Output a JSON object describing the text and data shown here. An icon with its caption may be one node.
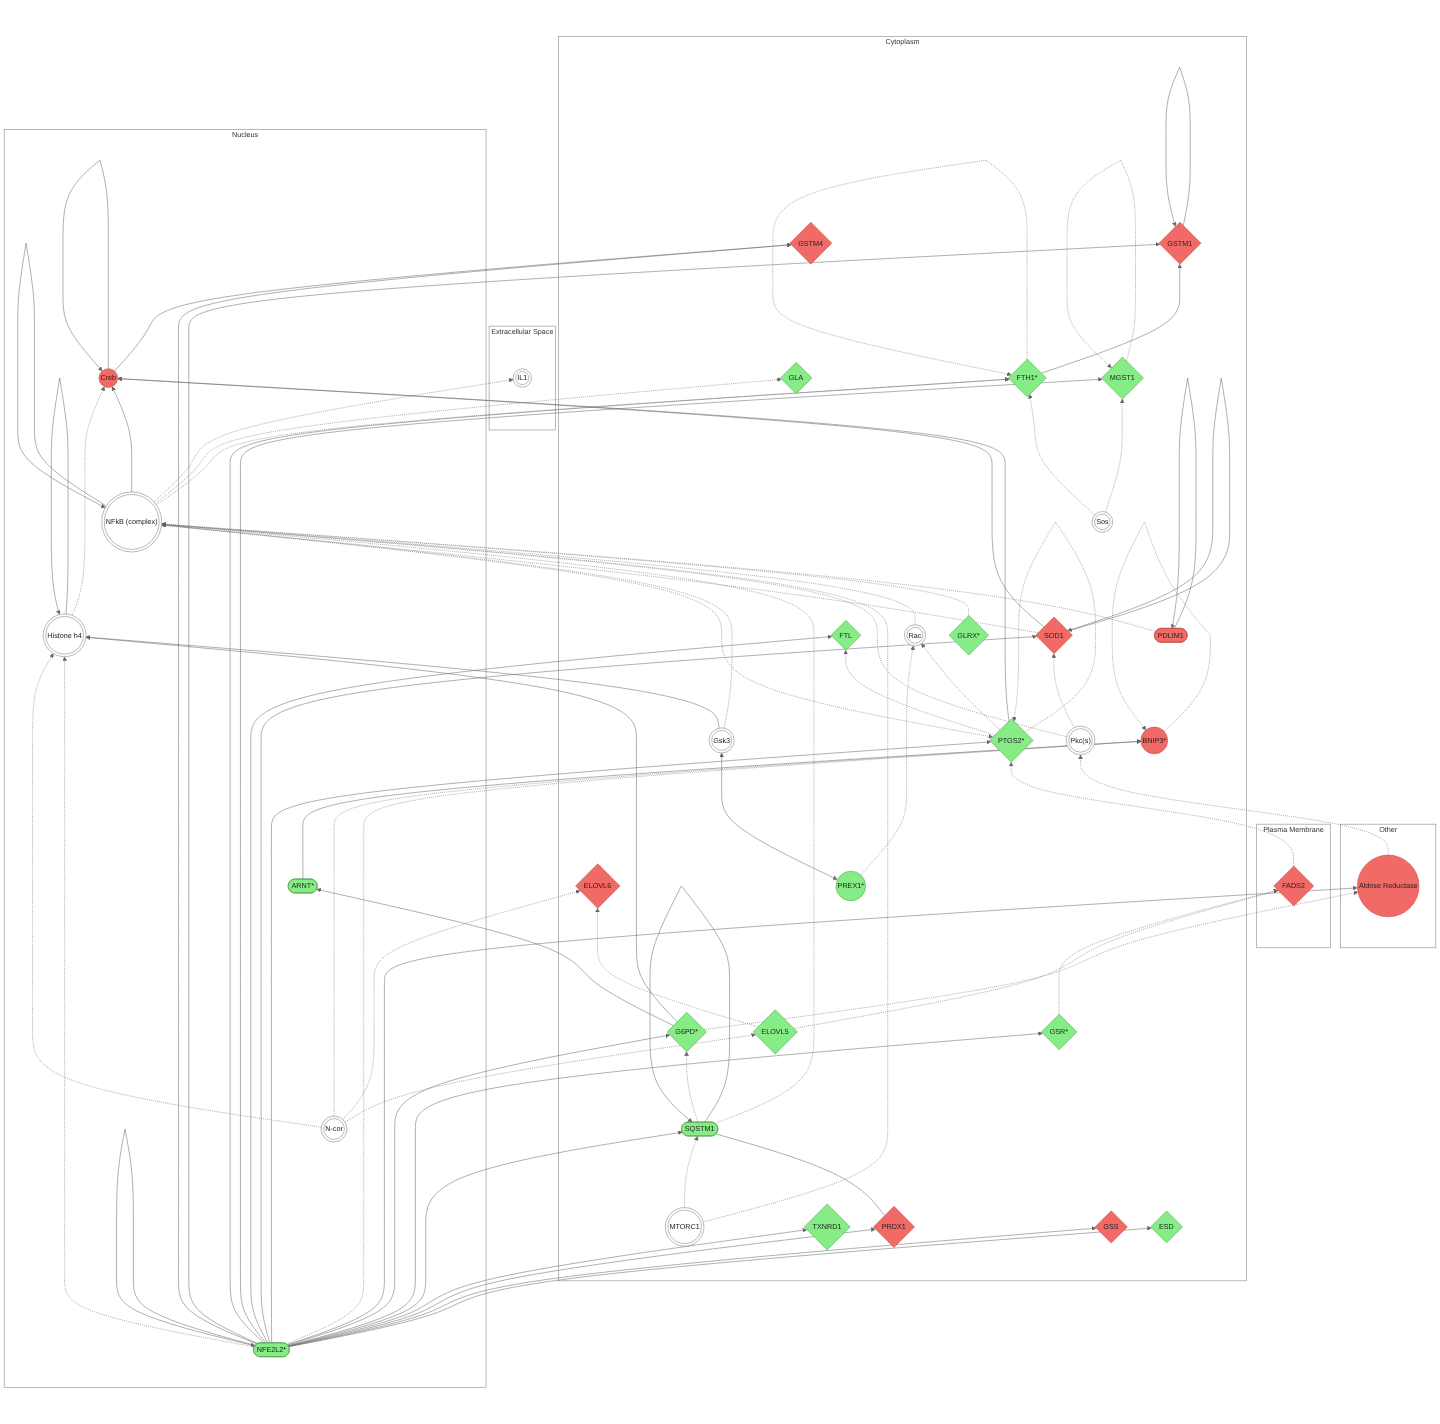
{
  "diagram": {
    "nodes": [
      {
        "text": [
          "Extracellular Space"
        ]
      },
      {
        "text": [
          "IL1"
        ],
        "in": 0
      },
      {
        "text": [
          "Plasma Membrane"
        ]
      },
      {
        "text": [
          "FADS2"
        ],
        "in": 2
      },
      {
        "text": [
          "Cytoplasm"
        ]
      },
      {
        "text": [
          "GLA"
        ],
        "in": 4
      },
      {
        "text": [
          "PDLIM1"
        ],
        "in": 4
      },
      {
        "text": [
          "ELOVL5"
        ],
        "in": 4
      },
      {
        "text": [
          "GLRX*"
        ],
        "in": 4
      },
      {
        "text": [
          "PRDX1"
        ],
        "in": 4
      },
      {
        "text": [
          "ELOVL6"
        ],
        "in": 4
      },
      {
        "text": [
          "GSR*"
        ],
        "in": 4
      },
      {
        "text": [
          "PTGS2*"
        ],
        "in": 4
      },
      {
        "text": [
          "Rac"
        ],
        "in": 4
      },
      {
        "text": [
          "FTH1*"
        ],
        "in": 4
      },
      {
        "text": [
          "TXNRD1"
        ],
        "in": 4
      },
      {
        "text": [
          "FTL"
        ],
        "in": 4
      },
      {
        "text": [
          "Sos"
        ],
        "in": 4
      },
      {
        "text": [
          "PREX1*"
        ],
        "in": 4
      },
      {
        "text": [
          "MTORC1"
        ],
        "in": 4
      },
      {
        "text": [
          "Pkc(s)"
        ],
        "in": 4
      },
      {
        "text": [
          "SQSTM1"
        ],
        "in": 4
      },
      {
        "text": [
          "SOD1"
        ],
        "in": 4
      },
      {
        "text": [
          "GSS"
        ],
        "in": 4
      },
      {
        "text": [
          "MGST1"
        ],
        "in": 4
      },
      {
        "text": [
          "Gsk3"
        ],
        "in": 4
      },
      {
        "text": [
          "G6PD*"
        ],
        "in": 4
      },
      {
        "text": [
          "GSTM1"
        ],
        "in": 4
      },
      {
        "text": [
          "ESD"
        ],
        "in": 4
      },
      {
        "text": [
          "GSTM4"
        ],
        "in": 4
      },
      {
        "text": [
          "BNIP3*"
        ],
        "in": 4
      },
      {
        "text": [
          "Nucleus"
        ]
      },
      {
        "text": [
          "NFE2L2*"
        ],
        "in": 31
      },
      {
        "text": [
          "N-cor"
        ],
        "in": 31
      },
      {
        "text": [
          "NFkB (complex)"
        ],
        "in": 31
      },
      {
        "text": [
          "Histone h4"
        ],
        "in": 31
      },
      {
        "text": [
          "Creb"
        ],
        "in": 31
      },
      {
        "text": [
          "ARNT*"
        ],
        "in": 31
      },
      {
        "text": [
          "Other"
        ]
      },
      {
        "text": [
          "Aldose Reductase"
        ],
        "in": 38
      }
    ],
    "edges": [
      {
        "from": 7,
        "to": 3,
        "arrow": "to",
        "style": "dashed"
      },
      {
        "from": 11,
        "to": 3,
        "arrow": "to",
        "style": "dashed"
      },
      {
        "from": 3,
        "to": 12,
        "arrow": "to",
        "style": "dashed"
      },
      {
        "from": 34,
        "to": 1,
        "arrow": "to",
        "style": "dashed"
      },
      {
        "from": 34,
        "to": 5,
        "arrow": "to",
        "style": "dashed"
      },
      {
        "from": 6,
        "to": 6,
        "arrow": "to"
      },
      {
        "from": 6,
        "to": 34,
        "arrow": "to",
        "style": "dashed"
      },
      {
        "from": 7,
        "to": 10,
        "arrow": "to",
        "style": "dashed"
      },
      {
        "from": 8,
        "to": 34,
        "arrow": "to",
        "style": "dashed"
      },
      {
        "from": 32,
        "to": 9,
        "arrow": "to"
      },
      {
        "from": 9,
        "to": 21,
        "arrow": "none"
      },
      {
        "from": 32,
        "to": 11,
        "arrow": "to"
      },
      {
        "from": 12,
        "to": 12,
        "arrow": "to",
        "style": "dashed"
      },
      {
        "from": 32,
        "to": 12,
        "arrow": "to"
      },
      {
        "from": 12,
        "to": 13,
        "arrow": "to",
        "style": "dashed"
      },
      {
        "from": 12,
        "to": 16,
        "arrow": "to",
        "style": "dashed"
      },
      {
        "from": 34,
        "to": 12,
        "arrow": "to",
        "style": "dashed"
      },
      {
        "from": 12,
        "to": 36,
        "arrow": "to"
      },
      {
        "from": 18,
        "to": 13,
        "arrow": "to",
        "style": "dashed"
      },
      {
        "from": 13,
        "to": 34,
        "arrow": "to",
        "style": "dashed"
      },
      {
        "from": 14,
        "to": 14,
        "arrow": "to",
        "style": "dashed"
      },
      {
        "from": 17,
        "to": 14,
        "arrow": "to",
        "style": "dashed"
      },
      {
        "from": 32,
        "to": 14,
        "arrow": "to"
      },
      {
        "from": 34,
        "to": 14,
        "arrow": "to",
        "style": "dashed"
      },
      {
        "from": 14,
        "to": 27,
        "arrow": "to"
      },
      {
        "from": 32,
        "to": 15,
        "arrow": "to"
      },
      {
        "from": 32,
        "to": 16,
        "arrow": "to"
      },
      {
        "from": 17,
        "to": 24,
        "arrow": "to",
        "style": "dashed"
      },
      {
        "from": 18,
        "to": 25,
        "arrow": "both"
      },
      {
        "from": 19,
        "to": 21,
        "arrow": "to",
        "style": "dashed"
      },
      {
        "from": 19,
        "to": 34,
        "arrow": "to",
        "style": "dashed"
      },
      {
        "from": 39,
        "to": 20,
        "arrow": "to",
        "style": "dashed"
      },
      {
        "from": 20,
        "to": 22,
        "arrow": "to",
        "style": "dashed"
      },
      {
        "from": 20,
        "to": 34,
        "arrow": "to",
        "style": "dashed"
      },
      {
        "from": 21,
        "to": 21,
        "arrow": "to"
      },
      {
        "from": 32,
        "to": 21,
        "arrow": "to"
      },
      {
        "from": 21,
        "to": 26,
        "arrow": "to",
        "style": "dashed"
      },
      {
        "from": 21,
        "to": 34,
        "arrow": "to",
        "style": "dashed"
      },
      {
        "from": 22,
        "to": 22,
        "arrow": "to"
      },
      {
        "from": 32,
        "to": 22,
        "arrow": "to"
      },
      {
        "from": 22,
        "to": 34,
        "arrow": "to",
        "style": "dashed"
      },
      {
        "from": 22,
        "to": 36,
        "arrow": "to"
      },
      {
        "from": 32,
        "to": 23,
        "arrow": "to"
      },
      {
        "from": 24,
        "to": 24,
        "arrow": "to",
        "style": "dashed"
      },
      {
        "from": 32,
        "to": 24,
        "arrow": "to"
      },
      {
        "from": 25,
        "to": 34,
        "arrow": "to",
        "style": "dashed"
      },
      {
        "from": 25,
        "to": 35,
        "arrow": "to"
      },
      {
        "from": 32,
        "to": 26,
        "arrow": "to"
      },
      {
        "from": 26,
        "to": 39,
        "arrow": "to",
        "style": "dashed"
      },
      {
        "from": 26,
        "to": 35,
        "arrow": "to"
      },
      {
        "from": 26,
        "to": 37,
        "arrow": "to"
      },
      {
        "from": 27,
        "to": 27,
        "arrow": "to"
      },
      {
        "from": 32,
        "to": 27,
        "arrow": "to"
      },
      {
        "from": 32,
        "to": 28,
        "arrow": "to"
      },
      {
        "from": 32,
        "to": 29,
        "arrow": "to"
      },
      {
        "from": 36,
        "to": 29,
        "arrow": "to"
      },
      {
        "from": 30,
        "to": 30,
        "arrow": "to",
        "style": "dashed"
      },
      {
        "from": 32,
        "to": 30,
        "arrow": "to",
        "style": "dashed"
      },
      {
        "from": 33,
        "to": 30,
        "arrow": "to",
        "style": "dashed"
      },
      {
        "from": 37,
        "to": 30,
        "arrow": "to"
      },
      {
        "from": 32,
        "to": 32,
        "arrow": "to"
      },
      {
        "from": 32,
        "to": 39,
        "arrow": "to"
      },
      {
        "from": 32,
        "to": 35,
        "arrow": "to",
        "style": "dashed"
      },
      {
        "from": 33,
        "to": 10,
        "arrow": "to",
        "style": "dashed"
      },
      {
        "from": 33,
        "to": 7,
        "arrow": "to",
        "style": "dashed"
      },
      {
        "from": 33,
        "to": 35,
        "arrow": "to",
        "style": "dashed"
      },
      {
        "from": 34,
        "to": 34,
        "arrow": "to"
      },
      {
        "from": 34,
        "to": 36,
        "arrow": "to"
      },
      {
        "from": 35,
        "to": 35,
        "arrow": "to"
      },
      {
        "from": 35,
        "to": 36,
        "arrow": "to",
        "style": "dashed"
      },
      {
        "from": 36,
        "to": 36,
        "arrow": "to"
      }
    ]
  }
}
